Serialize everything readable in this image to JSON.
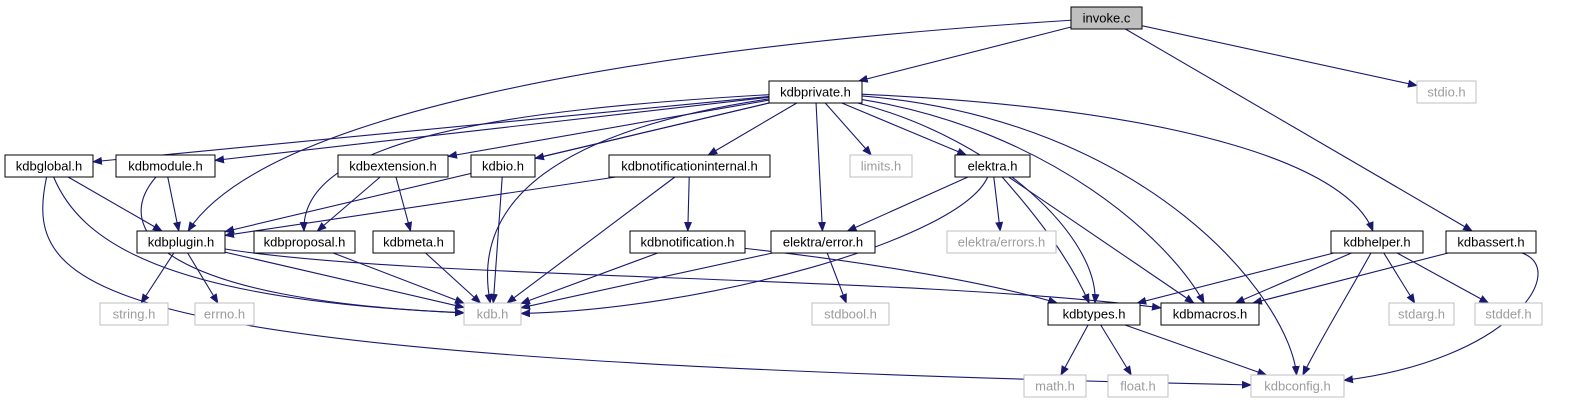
{
  "diagram": {
    "nodes": [
      {
        "id": "invoke_c",
        "label": "invoke.c",
        "style": "root"
      },
      {
        "id": "kdbprivate_h",
        "label": "kdbprivate.h",
        "style": "documented"
      },
      {
        "id": "stdio_h",
        "label": "stdio.h",
        "style": "external"
      },
      {
        "id": "kdbglobal_h",
        "label": "kdbglobal.h",
        "style": "documented"
      },
      {
        "id": "kdbmodule_h",
        "label": "kdbmodule.h",
        "style": "documented"
      },
      {
        "id": "kdbextension_h",
        "label": "kdbextension.h",
        "style": "documented"
      },
      {
        "id": "kdbio_h",
        "label": "kdbio.h",
        "style": "documented"
      },
      {
        "id": "kdbnotificationinternal_h",
        "label": "kdbnotificationinternal.h",
        "style": "documented"
      },
      {
        "id": "limits_h",
        "label": "limits.h",
        "style": "external"
      },
      {
        "id": "elektra_h",
        "label": "elektra.h",
        "style": "documented"
      },
      {
        "id": "kdbplugin_h",
        "label": "kdbplugin.h",
        "style": "documented"
      },
      {
        "id": "kdbproposal_h",
        "label": "kdbproposal.h",
        "style": "documented"
      },
      {
        "id": "kdbmeta_h",
        "label": "kdbmeta.h",
        "style": "documented"
      },
      {
        "id": "kdbnotification_h",
        "label": "kdbnotification.h",
        "style": "documented"
      },
      {
        "id": "elektra_error_h",
        "label": "elektra/error.h",
        "style": "documented"
      },
      {
        "id": "elektra_errors_h",
        "label": "elektra/errors.h",
        "style": "external"
      },
      {
        "id": "kdbhelper_h",
        "label": "kdbhelper.h",
        "style": "documented"
      },
      {
        "id": "kdbassert_h",
        "label": "kdbassert.h",
        "style": "documented"
      },
      {
        "id": "string_h",
        "label": "string.h",
        "style": "external"
      },
      {
        "id": "errno_h",
        "label": "errno.h",
        "style": "external"
      },
      {
        "id": "kdb_h",
        "label": "kdb.h",
        "style": "external"
      },
      {
        "id": "stdbool_h",
        "label": "stdbool.h",
        "style": "external"
      },
      {
        "id": "kdbtypes_h",
        "label": "kdbtypes.h",
        "style": "documented"
      },
      {
        "id": "kdbmacros_h",
        "label": "kdbmacros.h",
        "style": "documented"
      },
      {
        "id": "stdarg_h",
        "label": "stdarg.h",
        "style": "external"
      },
      {
        "id": "stddef_h",
        "label": "stddef.h",
        "style": "external"
      },
      {
        "id": "math_h",
        "label": "math.h",
        "style": "external"
      },
      {
        "id": "float_h",
        "label": "float.h",
        "style": "external"
      },
      {
        "id": "kdbconfig_h",
        "label": "kdbconfig.h",
        "style": "external"
      }
    ],
    "edges": [
      {
        "from": "invoke_c",
        "to": "kdbprivate_h"
      },
      {
        "from": "invoke_c",
        "to": "stdio_h"
      },
      {
        "from": "invoke_c",
        "to": "kdbplugin_h"
      },
      {
        "from": "invoke_c",
        "to": "kdbassert_h"
      },
      {
        "from": "kdbprivate_h",
        "to": "kdbglobal_h"
      },
      {
        "from": "kdbprivate_h",
        "to": "kdbmodule_h"
      },
      {
        "from": "kdbprivate_h",
        "to": "kdbextension_h"
      },
      {
        "from": "kdbprivate_h",
        "to": "kdbio_h"
      },
      {
        "from": "kdbprivate_h",
        "to": "kdbnotificationinternal_h"
      },
      {
        "from": "kdbprivate_h",
        "to": "limits_h"
      },
      {
        "from": "kdbprivate_h",
        "to": "elektra_h"
      },
      {
        "from": "kdbprivate_h",
        "to": "kdbplugin_h"
      },
      {
        "from": "kdbprivate_h",
        "to": "kdbproposal_h"
      },
      {
        "from": "kdbprivate_h",
        "to": "kdb_h"
      },
      {
        "from": "kdbprivate_h",
        "to": "elektra_error_h"
      },
      {
        "from": "kdbprivate_h",
        "to": "kdbtypes_h"
      },
      {
        "from": "kdbprivate_h",
        "to": "kdbmacros_h"
      },
      {
        "from": "kdbprivate_h",
        "to": "kdbconfig_h"
      },
      {
        "from": "kdbprivate_h",
        "to": "kdbhelper_h"
      },
      {
        "from": "kdbglobal_h",
        "to": "kdbplugin_h"
      },
      {
        "from": "kdbglobal_h",
        "to": "kdb_h"
      },
      {
        "from": "kdbglobal_h",
        "to": "kdbconfig_h"
      },
      {
        "from": "kdbmodule_h",
        "to": "kdbplugin_h"
      },
      {
        "from": "kdbmodule_h",
        "to": "kdb_h"
      },
      {
        "from": "kdbextension_h",
        "to": "kdbproposal_h"
      },
      {
        "from": "kdbextension_h",
        "to": "kdbmeta_h"
      },
      {
        "from": "kdbio_h",
        "to": "kdb_h"
      },
      {
        "from": "kdbnotificationinternal_h",
        "to": "kdbplugin_h"
      },
      {
        "from": "kdbnotificationinternal_h",
        "to": "kdbnotification_h"
      },
      {
        "from": "kdbnotificationinternal_h",
        "to": "kdb_h"
      },
      {
        "from": "elektra_h",
        "to": "elektra_error_h"
      },
      {
        "from": "elektra_h",
        "to": "elektra_errors_h"
      },
      {
        "from": "elektra_h",
        "to": "kdbtypes_h"
      },
      {
        "from": "elektra_h",
        "to": "kdbmacros_h"
      },
      {
        "from": "elektra_h",
        "to": "kdb_h"
      },
      {
        "from": "kdbplugin_h",
        "to": "string_h"
      },
      {
        "from": "kdbplugin_h",
        "to": "errno_h"
      },
      {
        "from": "kdbplugin_h",
        "to": "kdb_h"
      },
      {
        "from": "kdbplugin_h",
        "to": "kdbmacros_h"
      },
      {
        "from": "kdbproposal_h",
        "to": "kdb_h"
      },
      {
        "from": "kdbmeta_h",
        "to": "kdb_h"
      },
      {
        "from": "kdbnotification_h",
        "to": "kdb_h"
      },
      {
        "from": "kdbnotification_h",
        "to": "kdbtypes_h"
      },
      {
        "from": "elektra_error_h",
        "to": "kdb_h"
      },
      {
        "from": "elektra_error_h",
        "to": "stdbool_h"
      },
      {
        "from": "kdbhelper_h",
        "to": "kdbtypes_h"
      },
      {
        "from": "kdbhelper_h",
        "to": "kdbmacros_h"
      },
      {
        "from": "kdbhelper_h",
        "to": "kdbconfig_h"
      },
      {
        "from": "kdbhelper_h",
        "to": "stdarg_h"
      },
      {
        "from": "kdbhelper_h",
        "to": "stddef_h"
      },
      {
        "from": "kdbassert_h",
        "to": "kdbmacros_h"
      },
      {
        "from": "kdbassert_h",
        "to": "kdbconfig_h"
      },
      {
        "from": "kdbtypes_h",
        "to": "math_h"
      },
      {
        "from": "kdbtypes_h",
        "to": "float_h"
      },
      {
        "from": "kdbtypes_h",
        "to": "kdbconfig_h"
      }
    ]
  },
  "colors": {
    "edge": "#191970",
    "root_fill": "#bfbfbf",
    "documented_border": "#000000",
    "external_border": "#bfbfbf",
    "documented_text": "#000000",
    "external_text": "#9c9c9c"
  }
}
